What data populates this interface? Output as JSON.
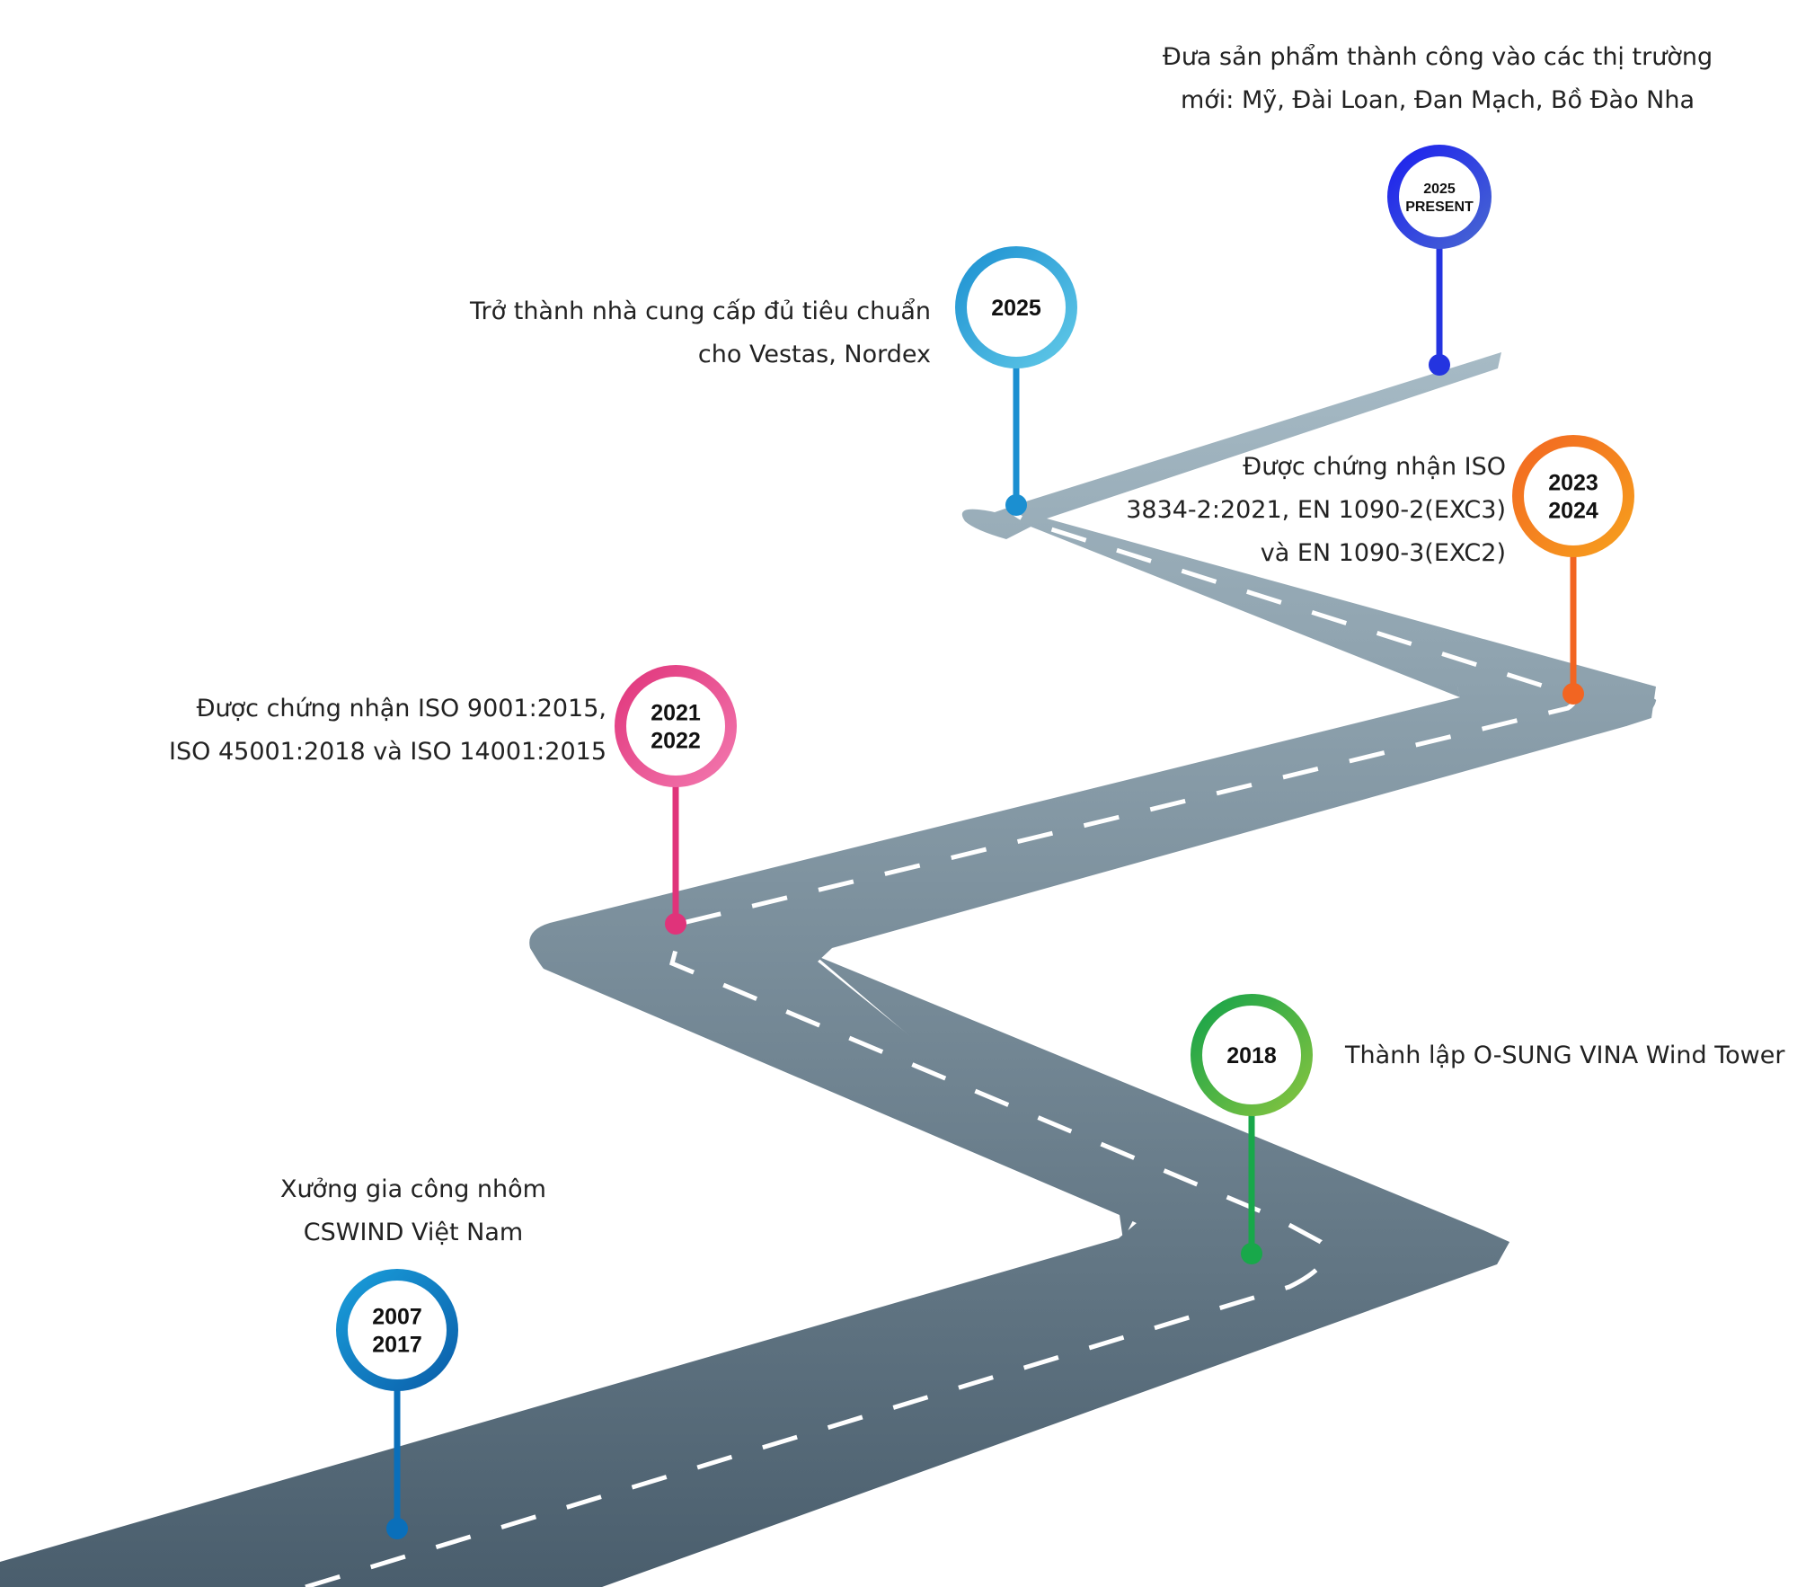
{
  "milestones": [
    {
      "id": "m2007",
      "year_lines": [
        "2007",
        "2017"
      ],
      "caption_lines": [
        "Xưởng gia công nhôm",
        "CSWIND Việt Nam"
      ],
      "color": "#0a6fba",
      "color_light": "#1aa0dc"
    },
    {
      "id": "m2018",
      "year_lines": [
        "2018"
      ],
      "caption_lines": [
        "Thành lập O-SUNG VINA Wind Tower"
      ],
      "color": "#18a84a",
      "color_light": "#8cc63f"
    },
    {
      "id": "m2021",
      "year_lines": [
        "2021",
        "2022"
      ],
      "caption_lines": [
        "Được chứng nhận ISO 9001:2015,",
        "ISO 45001:2018 và ISO 14001:2015"
      ],
      "color": "#e0337a",
      "color_light": "#f15a9c"
    },
    {
      "id": "m2023",
      "year_lines": [
        "2023",
        "2024"
      ],
      "caption_lines": [
        "Được chứng nhận ISO",
        "3834-2:2021, EN 1090-2(EXC3)",
        "và EN 1090-3(EXC2)"
      ],
      "color": "#f26522",
      "color_light": "#f7941d"
    },
    {
      "id": "m2025",
      "year_lines": [
        "2025"
      ],
      "caption_lines": [
        "Trở thành nhà cung cấp đủ tiêu chuẩn",
        "cho Vestas, Nordex"
      ],
      "color": "#1b8fd1",
      "color_light": "#4fc3e8"
    },
    {
      "id": "m2025p",
      "year_lines": [
        "2025",
        "PRESENT"
      ],
      "caption_lines": [
        "Đưa sản phẩm thành công vào các thị trường",
        "mới: Mỹ, Đài Loan, Đan Mạch, Bồ Đào Nha"
      ],
      "color": "#2434e0",
      "color_light": "#3d5bd6"
    }
  ],
  "road": {
    "color_near": "#4a5e6d",
    "color_far": "#a7bbc6",
    "dash_color": "#ffffff"
  }
}
